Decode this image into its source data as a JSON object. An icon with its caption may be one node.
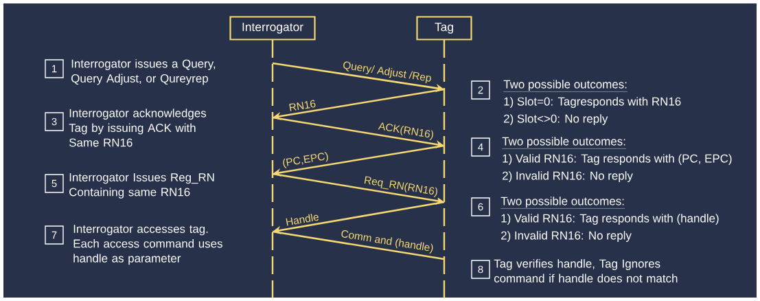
{
  "diagram": {
    "nodes": [
      {
        "text": [
          "Interrogator"
        ]
      },
      {
        "text": [
          "Tag"
        ]
      },
      {
        "text": [
          "1"
        ],
        "beside": [
          "Interrogator issues a Query, Query Adjust, or Qureyrep"
        ]
      },
      {
        "text": [
          "2"
        ],
        "beside": [
          "Two possible outcomes:",
          "1) Slot=0: Tagresponds with RN16",
          "2) Slot<>0: No reply"
        ]
      },
      {
        "text": [
          "3"
        ],
        "beside": [
          "Interrogator acknowledges Tag by issuing ACK with Same RN16"
        ]
      },
      {
        "text": [
          "4"
        ],
        "beside": [
          "Two possible outcomes:",
          "1) Valid RN16: Tag responds with (PC, EPC)",
          "2) Invalid RN16: No reply"
        ]
      },
      {
        "text": [
          "5"
        ],
        "beside": [
          "Interrogator Issues Reg_RN Containing same RN16"
        ]
      },
      {
        "text": [
          "6"
        ],
        "beside": [
          "Two possible outcomes:",
          "1) Valid RN16: Tag responds with (handle)",
          "2) Invalid RN16: No reply"
        ]
      },
      {
        "text": [
          "7"
        ],
        "beside": [
          "Interrogator accesses tag. Each access command uses handle as parameter"
        ]
      },
      {
        "text": [
          "8"
        ],
        "beside": [
          "Tag verifies handle, Tag Ignores command if handle does not match"
        ]
      }
    ],
    "edges": [
      {
        "from": 0,
        "to": 1,
        "arrow": "to",
        "label": "Query/ Adjust /Rep"
      },
      {
        "from": 1,
        "to": 0,
        "arrow": "to",
        "label": "RN16"
      },
      {
        "from": 0,
        "to": 1,
        "arrow": "to",
        "label": "ACK(RN16)"
      },
      {
        "from": 1,
        "to": 0,
        "arrow": "to",
        "label": "(PC,EPC)"
      },
      {
        "from": 0,
        "to": 1,
        "arrow": "to",
        "label": "Req_RN(RN16)"
      },
      {
        "from": 1,
        "to": 0,
        "arrow": "to",
        "label": "Handle"
      },
      {
        "from": 0,
        "to": 1,
        "arrow": "none",
        "label": "Comm and (handle)"
      }
    ]
  }
}
